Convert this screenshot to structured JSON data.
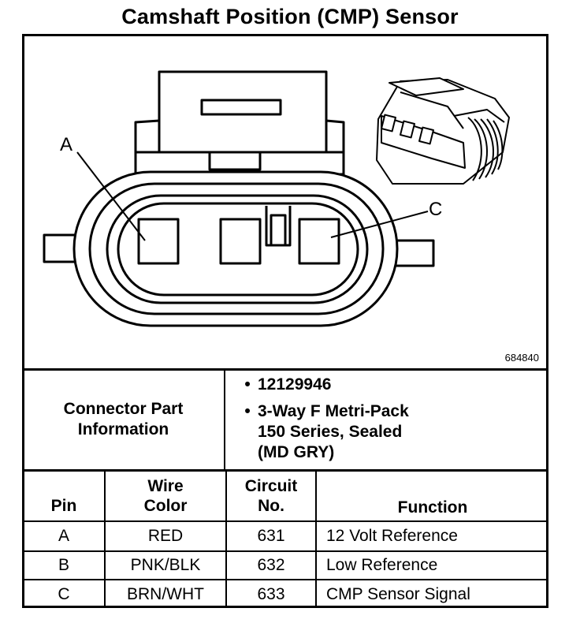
{
  "title": "Camshaft Position (CMP) Sensor",
  "figure_number": "684840",
  "callouts": {
    "a": "A",
    "c": "C"
  },
  "connector": {
    "label_line1": "Connector Part",
    "label_line2": "Information",
    "bullet": "•",
    "part_number": "12129946",
    "desc_line1": "3-Way F Metri-Pack",
    "desc_line2": "150 Series, Sealed",
    "desc_line3": "(MD GRY)"
  },
  "table": {
    "headers": {
      "pin": "Pin",
      "wire_color_1": "Wire",
      "wire_color_2": "Color",
      "circuit_1": "Circuit",
      "circuit_2": "No.",
      "function": "Function"
    },
    "rows": [
      {
        "pin": "A",
        "wire_color": "RED",
        "circuit": "631",
        "function": "12 Volt Reference"
      },
      {
        "pin": "B",
        "wire_color": "PNK/BLK",
        "circuit": "632",
        "function": "Low Reference"
      },
      {
        "pin": "C",
        "wire_color": "BRN/WHT",
        "circuit": "633",
        "function": "CMP Sensor Signal"
      }
    ]
  }
}
